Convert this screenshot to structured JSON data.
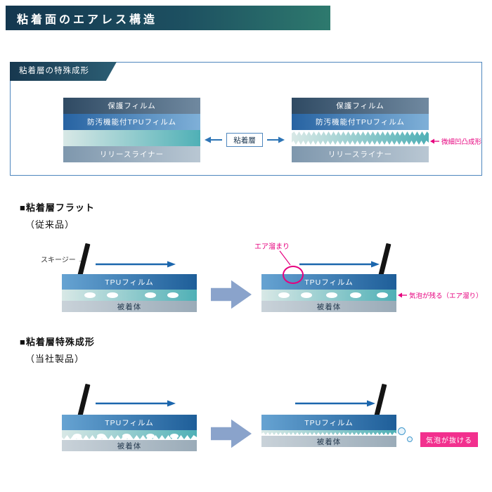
{
  "colors": {
    "accent_magenta": "#e6007e",
    "application_arrow_blue": "#1b66ad",
    "transition_arrow_blue": "#8aa3cb",
    "header_gradient_start": "#14374f",
    "header_gradient_end": "#2e7a6e",
    "frame_border_blue": "#4e86bd",
    "adhesive_teal": "#4fb0b6",
    "escape_label_bg": "#f2308e"
  },
  "header": {
    "title": "粘着面のエアレス構造"
  },
  "special_box": {
    "tab_label": "粘着層の特殊成形",
    "center_label": "粘着層",
    "annotation": "微細凹凸成形",
    "flat_stack": {
      "protective": "保護フィルム",
      "tpu": "防汚機能付TPUフィルム",
      "liner": "リリースライナー"
    },
    "textured_stack": {
      "protective": "保護フィルム",
      "tpu": "防汚機能付TPUフィルム",
      "liner": "リリースライナー"
    }
  },
  "flat_section": {
    "heading": "■粘着層フラット",
    "subheading": "（従来品）",
    "squeegee_label": "スキージー →",
    "before": {
      "film": "TPUフィルム",
      "substrate": "被着体"
    },
    "after": {
      "film": "TPUフィルム",
      "substrate": "被着体",
      "air_pocket": "エア溜まり",
      "trapped": "気泡が残る（エア溜り）"
    }
  },
  "special_section": {
    "heading": "■粘着層特殊成形",
    "subheading": "（当社製品）",
    "before": {
      "film": "TPUフィルム",
      "substrate": "被着体"
    },
    "after": {
      "film": "TPUフィルム",
      "substrate": "被着体",
      "escape": "気泡が抜ける"
    }
  }
}
